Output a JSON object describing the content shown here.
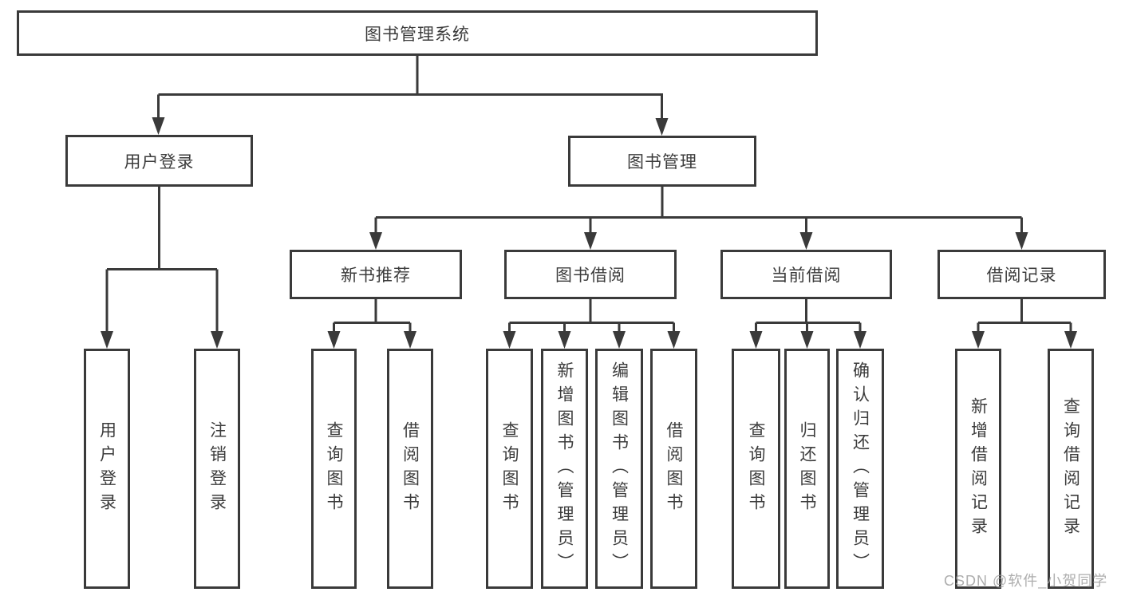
{
  "diagram": {
    "root": {
      "id": "library-management-system",
      "label": "图书管理系统"
    },
    "level2": [
      {
        "id": "user-login",
        "label": "用户登录",
        "parent": "library-management-system"
      },
      {
        "id": "book-management",
        "label": "图书管理",
        "parent": "library-management-system"
      }
    ],
    "level3": [
      {
        "id": "new-book-recommend",
        "label": "新书推荐",
        "parent": "book-management"
      },
      {
        "id": "book-borrow",
        "label": "图书借阅",
        "parent": "book-management"
      },
      {
        "id": "current-borrow",
        "label": "当前借阅",
        "parent": "book-management"
      },
      {
        "id": "borrow-records",
        "label": "借阅记录",
        "parent": "book-management"
      }
    ],
    "leaves": [
      {
        "parent": "user-login",
        "label": "用户登录"
      },
      {
        "parent": "user-login",
        "label": "注销登录"
      },
      {
        "parent": "new-book-recommend",
        "label": "查询图书"
      },
      {
        "parent": "new-book-recommend",
        "label": "借阅图书"
      },
      {
        "parent": "book-borrow",
        "label": "查询图书"
      },
      {
        "parent": "book-borrow",
        "label": "新增图书（管理员）"
      },
      {
        "parent": "book-borrow",
        "label": "编辑图书（管理员）"
      },
      {
        "parent": "book-borrow",
        "label": "借阅图书"
      },
      {
        "parent": "current-borrow",
        "label": "查询图书"
      },
      {
        "parent": "current-borrow",
        "label": "归还图书"
      },
      {
        "parent": "current-borrow",
        "label": "确认归还（管理员）"
      },
      {
        "parent": "borrow-records",
        "label": "新增借阅记录"
      },
      {
        "parent": "borrow-records",
        "label": "查询借阅记录"
      }
    ]
  },
  "watermark": {
    "text": "CSDN @软件_小贺同学"
  },
  "colors": {
    "line": "#3a3a3a",
    "text": "#3c3c3c",
    "background": "#ffffff",
    "watermark": "#a0a0a0"
  }
}
